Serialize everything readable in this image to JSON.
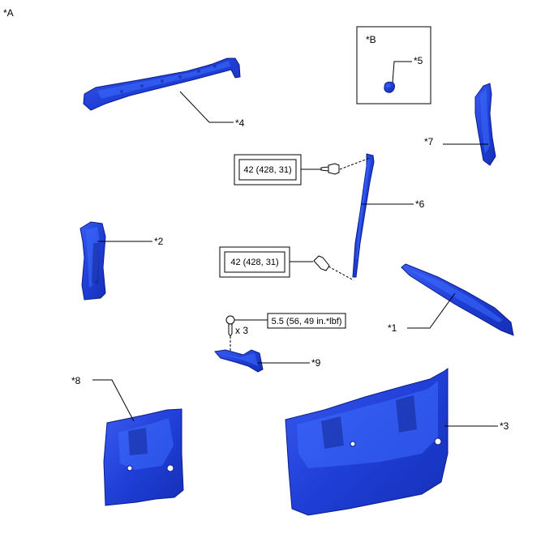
{
  "view_label": "*A",
  "detail_label": "*B",
  "colors": {
    "part_fill": "#1f3fd6",
    "part_edge": "#0b1c8a",
    "highlight": "#3d6bff"
  },
  "callouts": {
    "c1": "*1",
    "c2": "*2",
    "c3": "*3",
    "c4": "*4",
    "c5": "*5",
    "c6": "*6",
    "c7": "*7",
    "c8": "*8",
    "c9": "*9"
  },
  "torque": {
    "upper": "42 (428, 31)",
    "lower": "42 (428, 31)",
    "screw": "5.5 (56, 49 in.*lbf)"
  },
  "quantity": "x 3"
}
